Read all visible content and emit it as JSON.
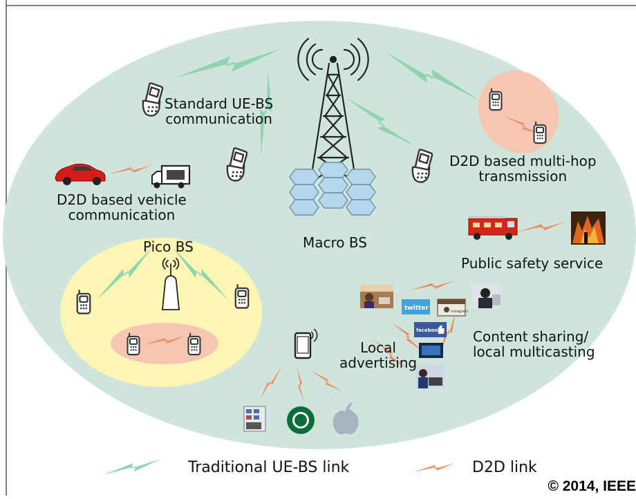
{
  "labels": {
    "standard_ue_bs": [
      "Standard UE-BS",
      "communication"
    ],
    "d2d_vehicle": [
      "D2D based vehicle",
      "communication"
    ],
    "d2d_multihop": [
      "D2D based multi-hop",
      "transmission"
    ],
    "macro_bs": "Macro BS",
    "pico_bs": "Pico BS",
    "public_safety": "Public safety service",
    "local_advertising": [
      "Local",
      "advertising"
    ],
    "content_sharing": [
      "Content sharing/",
      "local multicasting"
    ]
  },
  "thumbnails": {
    "twitter": "twitter",
    "instagram": "Instagram",
    "facebook": "facebook"
  },
  "legend": {
    "traditional": "Traditional UE-BS link",
    "d2d": "D2D link"
  },
  "copyright": "© 2014, IEEE",
  "colors": {
    "outer_ellipse": "#cfe5dc",
    "pico_ellipse": "#fdf5b4",
    "pink_ellipse": "#f6c6b3",
    "green_link": "#8fd4ae",
    "orange_link": "#f4865a",
    "hexagon": "#b5d7ee"
  }
}
